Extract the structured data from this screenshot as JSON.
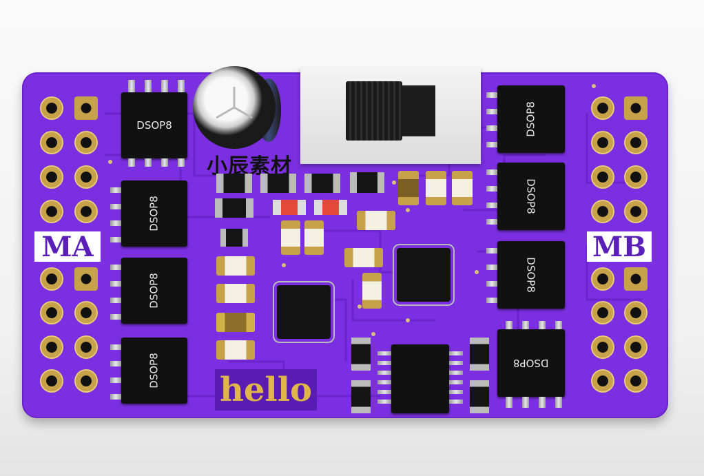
{
  "watermark": "小辰素材",
  "labels": {
    "left_header": "MA",
    "right_header": "MB",
    "silkscreen_text": "hello"
  },
  "chips": {
    "left_top": "DSOP8",
    "left_mid1": "DSOP8",
    "left_mid2": "DSOP8",
    "left_bottom": "DSOP8",
    "right_top": "DSOP8",
    "right_mid1": "DSOP8",
    "right_mid2": "DSOP8",
    "right_bottom": "DSOP8"
  },
  "colors": {
    "board": "#7b2fe0",
    "gold": "#c8a24a",
    "label_text": "#5a1fb8"
  }
}
